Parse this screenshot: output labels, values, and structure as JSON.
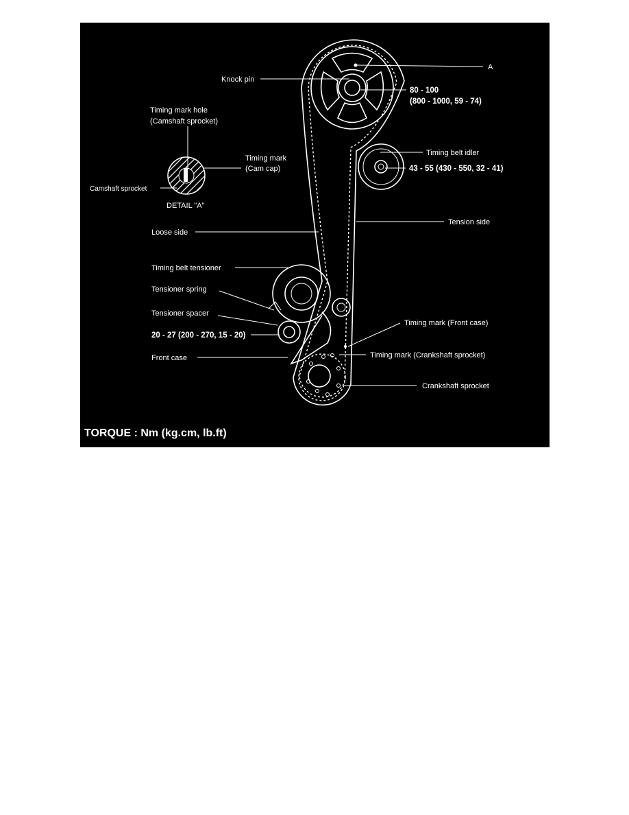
{
  "colors": {
    "background": "#000000",
    "ink": "#ffffff"
  },
  "labels": {
    "a": "A",
    "knock_pin": "Knock pin",
    "cam_torque_line1": "80 - 100",
    "cam_torque_line2": "(800 - 1000, 59 - 74)",
    "timing_mark_hole_line1": "Timing mark hole",
    "timing_mark_hole_line2": "(Camshaft sprocket)",
    "timing_mark_cap_line1": "Timing mark",
    "timing_mark_cap_line2": "(Cam cap)",
    "camshaft_sprocket": "Camshaft sprocket",
    "detail_a": "DETAIL \"A\"",
    "timing_belt_idler": "Timing belt idler",
    "idler_torque": "43 - 55 (430 - 550, 32 - 41)",
    "loose_side": "Loose side",
    "tension_side": "Tension side",
    "timing_belt_tensioner": "Timing belt tensioner",
    "tensioner_spring": "Tensioner spring",
    "tensioner_spacer": "Tensioner spacer",
    "tensioner_torque": "20 - 27 (200 - 270, 15 - 20)",
    "front_case": "Front case",
    "timing_mark_front_case": "Timing mark (Front case)",
    "timing_mark_crankshaft": "Timing mark (Crankshaft sprocket)",
    "crankshaft_sprocket": "Crankshaft sprocket",
    "torque_legend": "TORQUE : Nm (kg.cm, lb.ft)"
  }
}
